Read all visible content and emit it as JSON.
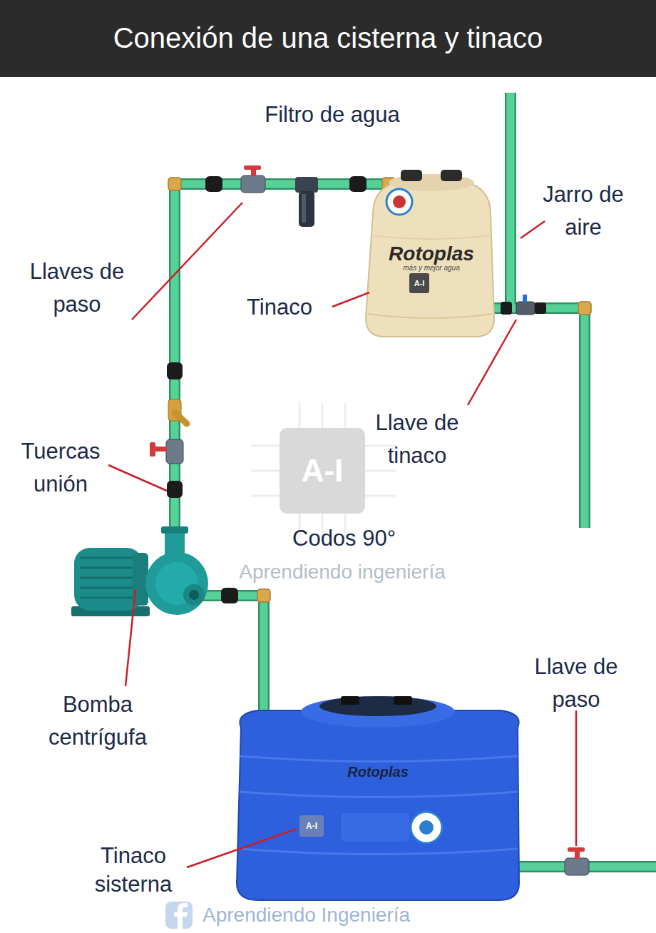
{
  "diagram": {
    "title": "Conexión de una cisterna y tinaco",
    "labels": [
      "Filtro de agua",
      "Jarro de aire",
      "Llaves de paso",
      "Tinaco",
      "Llave de tinaco",
      "Tuercas unión",
      "Codos 90°",
      "Bomba centrígufa",
      "Llave de paso",
      "Tinaco sisterna",
      "A-I",
      "Aprendiendo ingeniería",
      "Rotoplas",
      "más y mejor agua",
      "A-I",
      "Rotoplas",
      "A-I",
      "Aprendiendo Ingeniería"
    ]
  }
}
